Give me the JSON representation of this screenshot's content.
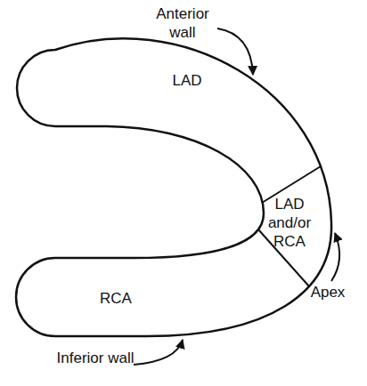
{
  "diagram": {
    "nodes": [
      {
        "text": [
          "LAD"
        ]
      },
      {
        "text": [
          "LAD and/or RCA"
        ]
      },
      {
        "text": [
          "RCA"
        ]
      }
    ],
    "labels": [
      "Anterior wall",
      "Apex",
      "Inferior wall"
    ]
  }
}
